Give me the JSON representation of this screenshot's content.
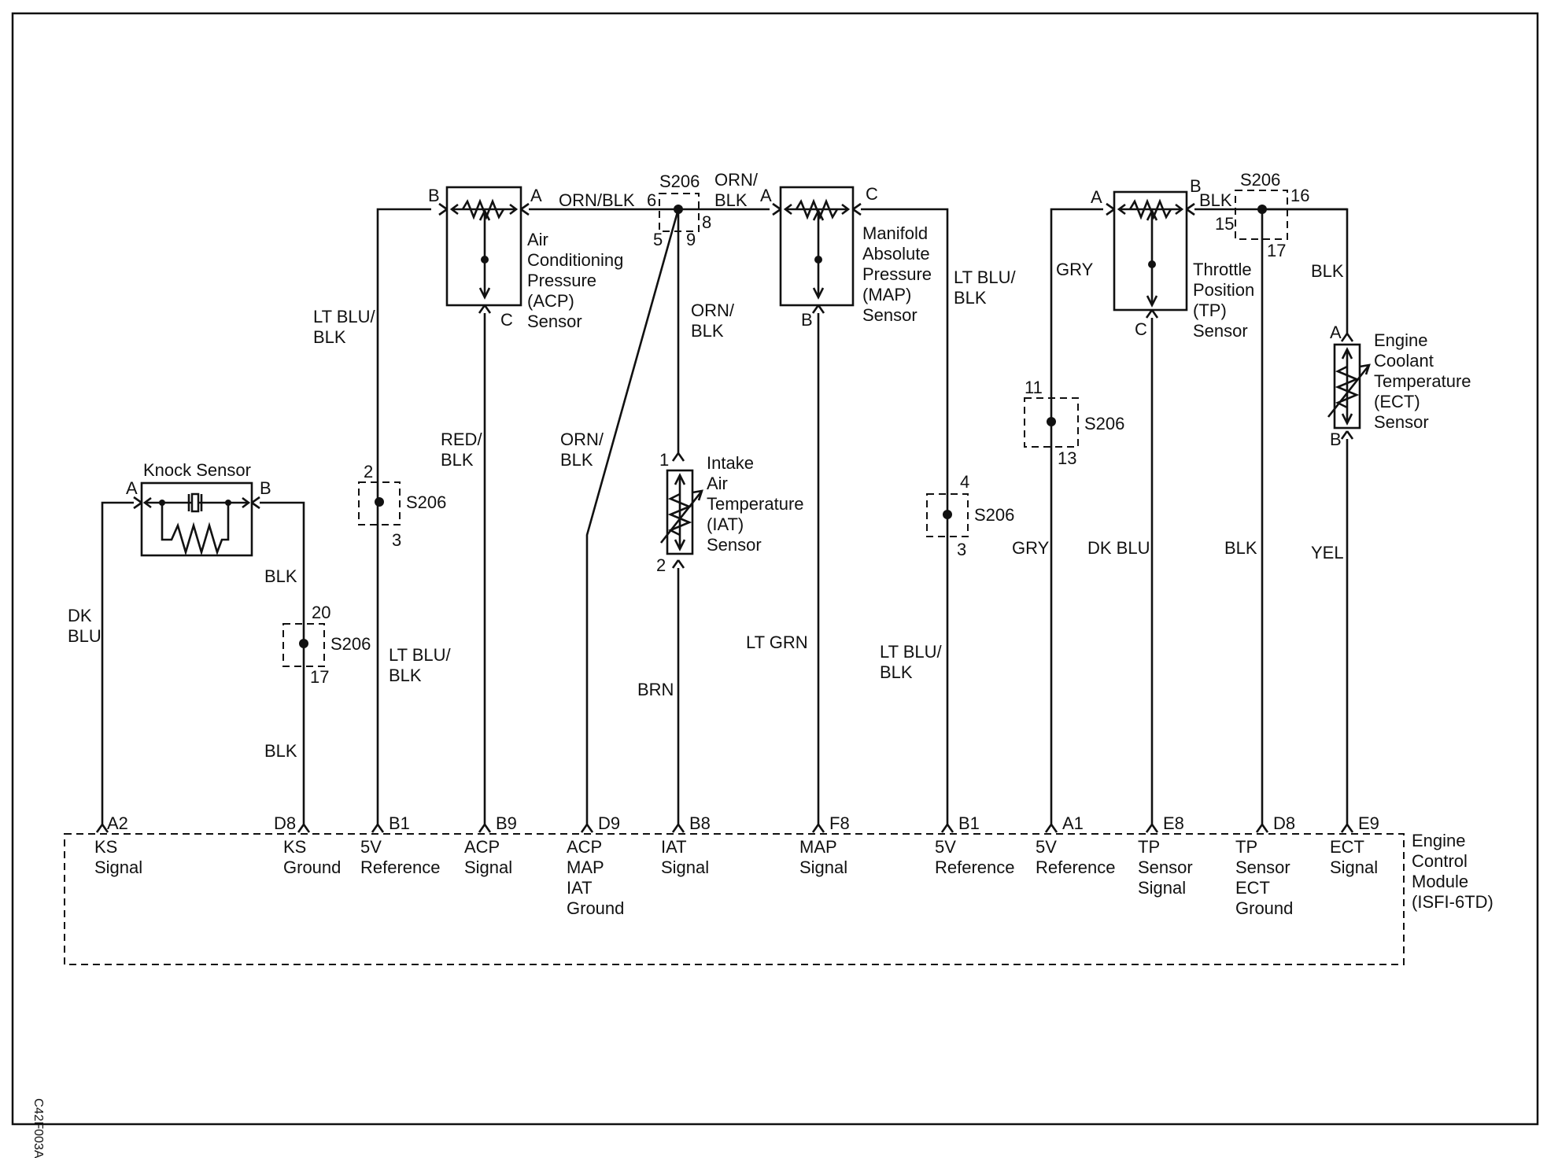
{
  "diagram_id": "C42F003A",
  "splice_name": "S206",
  "ecm": {
    "label_lines": [
      "Engine",
      "Control",
      "Module",
      "(ISFI-6TD)"
    ]
  },
  "sensors": {
    "knock": {
      "title": "Knock Sensor",
      "pin_a": "A",
      "pin_b": "B"
    },
    "acp": {
      "lines": [
        "Air",
        "Conditioning",
        "Pressure",
        "(ACP)",
        "Sensor"
      ],
      "pin_a": "A",
      "pin_b": "B",
      "pin_c": "C"
    },
    "map": {
      "lines": [
        "Manifold",
        "Absolute",
        "Pressure",
        "(MAP)",
        "Sensor"
      ],
      "pin_a": "A",
      "pin_b": "B",
      "pin_c": "C"
    },
    "iat": {
      "lines": [
        "Intake",
        "Air",
        "Temperature",
        "(IAT)",
        "Sensor"
      ],
      "pin_1": "1",
      "pin_2": "2"
    },
    "tp": {
      "lines": [
        "Throttle",
        "Position",
        "(TP)",
        "Sensor"
      ],
      "pin_a": "A",
      "pin_b": "B",
      "pin_c": "C"
    },
    "ect": {
      "lines": [
        "Engine",
        "Coolant",
        "Temperature",
        "(ECT)",
        "Sensor"
      ],
      "pin_a": "A",
      "pin_b": "B"
    }
  },
  "wire_labels": {
    "dk_blu_ks": [
      "DK",
      "BLU"
    ],
    "blk_ks_upper": "BLK",
    "blk_ks_lower": "BLK",
    "lt_blu_blk_1_upper": [
      "LT BLU/",
      "BLK"
    ],
    "lt_blu_blk_1_lower": [
      "LT BLU/",
      "BLK"
    ],
    "red_blk": [
      "RED/",
      "BLK"
    ],
    "orn_blk_top": "ORN/BLK",
    "orn_blk_diag": [
      "ORN/",
      "BLK"
    ],
    "orn_blk_vert": [
      "ORN/",
      "BLK"
    ],
    "orn_blk_to_map": [
      "ORN/",
      "BLK"
    ],
    "brn": "BRN",
    "lt_grn": "LT GRN",
    "lt_blu_blk_2_upper": [
      "LT BLU/",
      "BLK"
    ],
    "lt_blu_blk_2_lower": [
      "LT BLU/",
      "BLK"
    ],
    "gry_upper": "GRY",
    "gry_lower": "GRY",
    "dk_blu_tp": "DK BLU",
    "blk_tp_b": "BLK",
    "blk_d8": "BLK",
    "blk_ect": "BLK",
    "yel": "YEL"
  },
  "splices": {
    "ks": {
      "top": "20",
      "bottom": "17"
    },
    "ref1": {
      "top": "2",
      "bottom": "3"
    },
    "center": {
      "left_top": "6",
      "left_bottom": "5",
      "right_top": "8",
      "right_bottom": "9"
    },
    "ref2": {
      "top": "4",
      "bottom": "3"
    },
    "gry": {
      "top": "11",
      "bottom": "13"
    },
    "tp": {
      "left": "15",
      "right": "16",
      "bottom": "17"
    }
  },
  "ecm_pins": [
    {
      "pin": "A2",
      "lines": [
        "KS",
        "Signal"
      ]
    },
    {
      "pin": "D8",
      "lines": [
        "KS",
        "Ground"
      ]
    },
    {
      "pin": "B1",
      "lines": [
        "5V",
        "Reference"
      ]
    },
    {
      "pin": "B9",
      "lines": [
        "ACP",
        "Signal"
      ]
    },
    {
      "pin": "D9",
      "lines": [
        "ACP",
        "MAP",
        "IAT",
        "Ground"
      ]
    },
    {
      "pin": "B8",
      "lines": [
        "IAT",
        "Signal"
      ]
    },
    {
      "pin": "F8",
      "lines": [
        "MAP",
        "Signal"
      ]
    },
    {
      "pin": "B1",
      "lines": [
        "5V",
        "Reference"
      ]
    },
    {
      "pin": "A1",
      "lines": [
        "5V",
        "Reference"
      ]
    },
    {
      "pin": "E8",
      "lines": [
        "TP",
        "Sensor",
        "Signal"
      ]
    },
    {
      "pin": "D8",
      "lines": [
        "TP",
        "Sensor",
        "ECT",
        "Ground"
      ]
    },
    {
      "pin": "E9",
      "lines": [
        "ECT",
        "Signal"
      ]
    }
  ]
}
